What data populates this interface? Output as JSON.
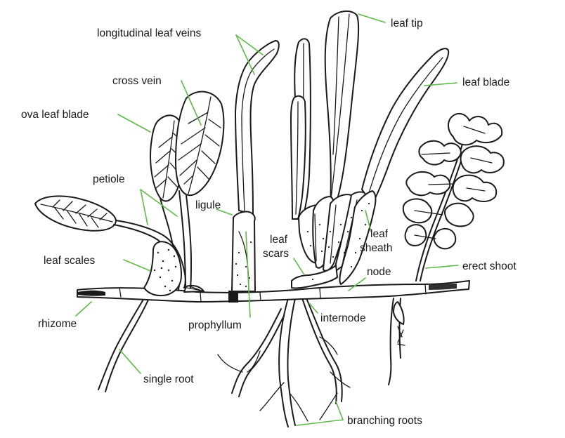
{
  "labels": {
    "leaf_tip": "leaf tip",
    "longitudinal_leaf_veins": "longitudinal leaf veins",
    "leaf_blade": "leaf blade",
    "cross_vein": "cross vein",
    "ova_leaf_blade": "ova leaf blade",
    "petiole": "petiole",
    "ligule": "ligule",
    "leaf_sheath_line1": "leaf",
    "leaf_sheath_line2": "sheath",
    "leaf_scars_line1": "leaf",
    "leaf_scars_line2": "scars",
    "leaf_scales": "leaf scales",
    "node": "node",
    "erect_shoot": "erect shoot",
    "rhizome": "rhizome",
    "prophyllum": "prophyllum",
    "internode": "internode",
    "single_root": "single root",
    "branching_roots": "branching roots"
  },
  "colors": {
    "leader_line": "#5dbb46",
    "ink": "#1a1a1a",
    "background": "#ffffff"
  }
}
